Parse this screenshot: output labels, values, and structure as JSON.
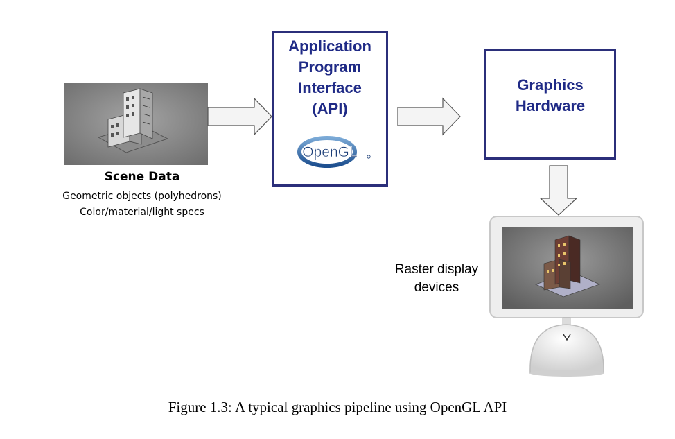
{
  "scene": {
    "title": "Scene Data",
    "lines": [
      "Geometric objects (polyhedrons)",
      "Color/material/light specs"
    ]
  },
  "api_box": {
    "lines": [
      "Application",
      "Program",
      "Interface",
      "(API)"
    ],
    "logo_text": "OpenGL"
  },
  "hardware_box": {
    "lines": [
      "Graphics",
      "Hardware"
    ]
  },
  "display": {
    "lines": [
      "Raster display",
      "devices"
    ]
  },
  "caption": "Figure 1.3: A typical graphics pipeline using OpenGL API",
  "colors": {
    "box_border": "#2b2f7a",
    "box_text": "#1f2a86"
  }
}
